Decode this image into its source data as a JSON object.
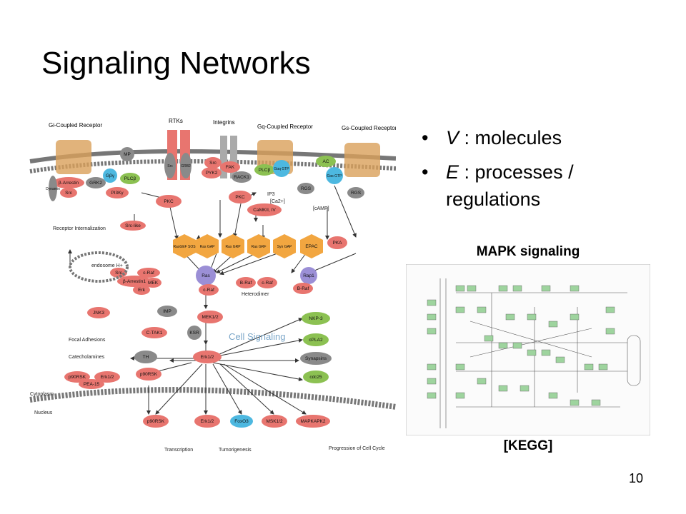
{
  "slide": {
    "title": "Signaling Networks",
    "page_number": "10",
    "bullets": [
      {
        "symbol": "V",
        "text": " : molecules"
      },
      {
        "symbol": "E",
        "text": " : processes  / regulations"
      }
    ]
  },
  "pathway": {
    "receptors": [
      "Gi-Coupled Receptor",
      "RTKs",
      "Integrins",
      "Gq-Coupled Receptor",
      "Gs-Coupled Receptor"
    ],
    "nodes": [
      "β-Arrestin",
      "GRK2",
      "Src",
      "Dynamin",
      "Gβγ",
      "PLCβ",
      "PI3Kγ",
      "MP",
      "Src",
      "GRB2",
      "Src",
      "PYK2",
      "FAK",
      "RACK1",
      "PLCβ",
      "Gαq GTP",
      "AC",
      "Gαs GTP",
      "RGS",
      "RGS",
      "PKC",
      "PKC",
      "CaMKII, IV",
      "Src-like",
      "RasGEF SOS",
      "Ras GAP",
      "Ras GRP",
      "Ras GRF",
      "Syn GAP",
      "EPAC",
      "PKA",
      "Ras",
      "c-Raf",
      "B-Raf",
      "c-Raf",
      "Rap1",
      "B-Raf",
      "Src",
      "c-Raf",
      "β-Arrestin1",
      "MEK",
      "Erk",
      "JNK3",
      "IMP",
      "MEK1/2",
      "C-TAK1",
      "KSR",
      "TH",
      "Erk1/2",
      "p90RSK",
      "Erk1/2",
      "p90RSK",
      "PEA-15",
      "NKP-3",
      "cPLA2",
      "Synapsins",
      "cdc25",
      "p90RSK",
      "Erk1/2",
      "FoxO3",
      "MSK1/2",
      "MAPKAPK2"
    ],
    "labels": [
      "Receptor Internalization",
      "endosome H+",
      "IP3",
      "[Ca2+]",
      "[cAMP]",
      "Heterodimer",
      "Focal Adhesions",
      "Catecholamines",
      "Cytoplasm",
      "Nucleus",
      "Transcription",
      "Tumorigenesis",
      "Progression of Cell Cycle",
      "Cell Signaling"
    ],
    "colors": {
      "red": "#e8756f",
      "purple": "#9b8fd6",
      "orange": "#f2a640",
      "green": "#8cc152",
      "gray": "#8a8a8a",
      "cyan": "#4db8e0",
      "receptor": "#d9a05a"
    }
  },
  "mapk_figure": {
    "title": "MAPK signaling",
    "source_label": "[KEGG]"
  }
}
